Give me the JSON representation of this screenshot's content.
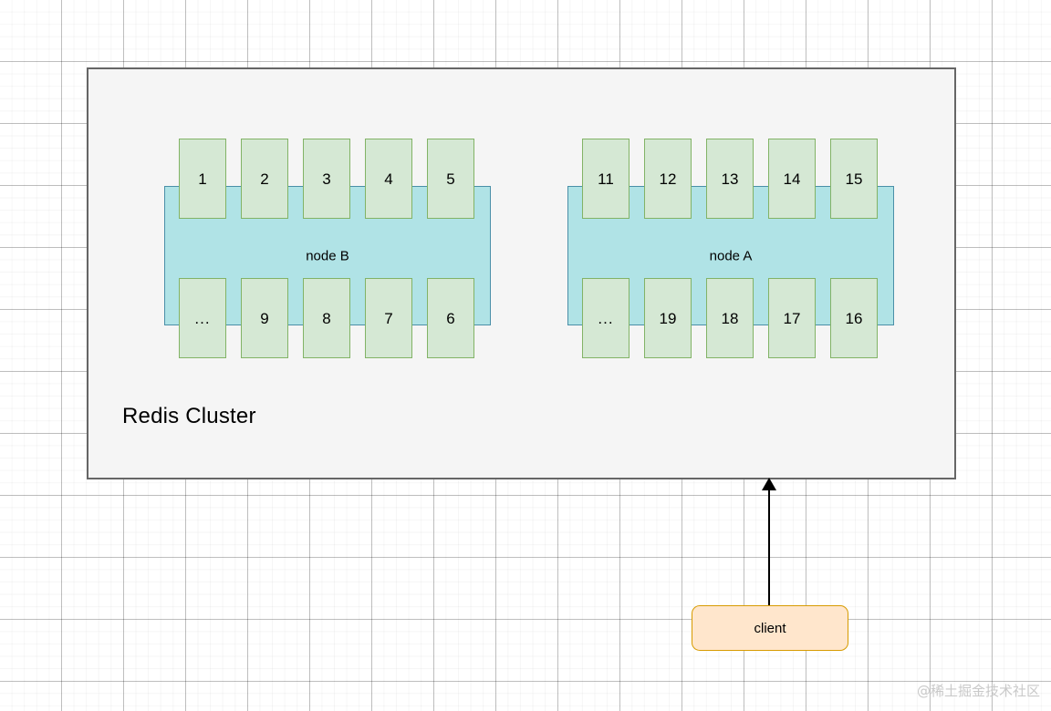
{
  "diagram": {
    "title": "Redis Cluster",
    "watermark": "@稀土掘金技术社区",
    "colors": {
      "cluster_fill": "#f5f5f5",
      "cluster_stroke": "#666666",
      "node_fill": "#b0e3e6",
      "node_stroke": "#4a8fa8",
      "slot_fill": "#d5e8d4",
      "slot_stroke": "#82b366",
      "client_fill": "#ffe6cc",
      "client_stroke": "#d79b00",
      "arrow": "#000000",
      "grid_major": "#c8c8c8",
      "background": "#ffffff"
    },
    "nodes": [
      {
        "id": "node-b",
        "label": "node B",
        "top_slots": [
          "1",
          "2",
          "3",
          "4",
          "5"
        ],
        "bottom_slots": [
          "...",
          "9",
          "8",
          "7",
          "6"
        ]
      },
      {
        "id": "node-a",
        "label": "node A",
        "top_slots": [
          "11",
          "12",
          "13",
          "14",
          "15"
        ],
        "bottom_slots": [
          "...",
          "19",
          "18",
          "17",
          "16"
        ]
      }
    ],
    "client": {
      "label": "client"
    },
    "arrow": {
      "from": "client",
      "to": "Redis Cluster",
      "direction": "up"
    }
  }
}
